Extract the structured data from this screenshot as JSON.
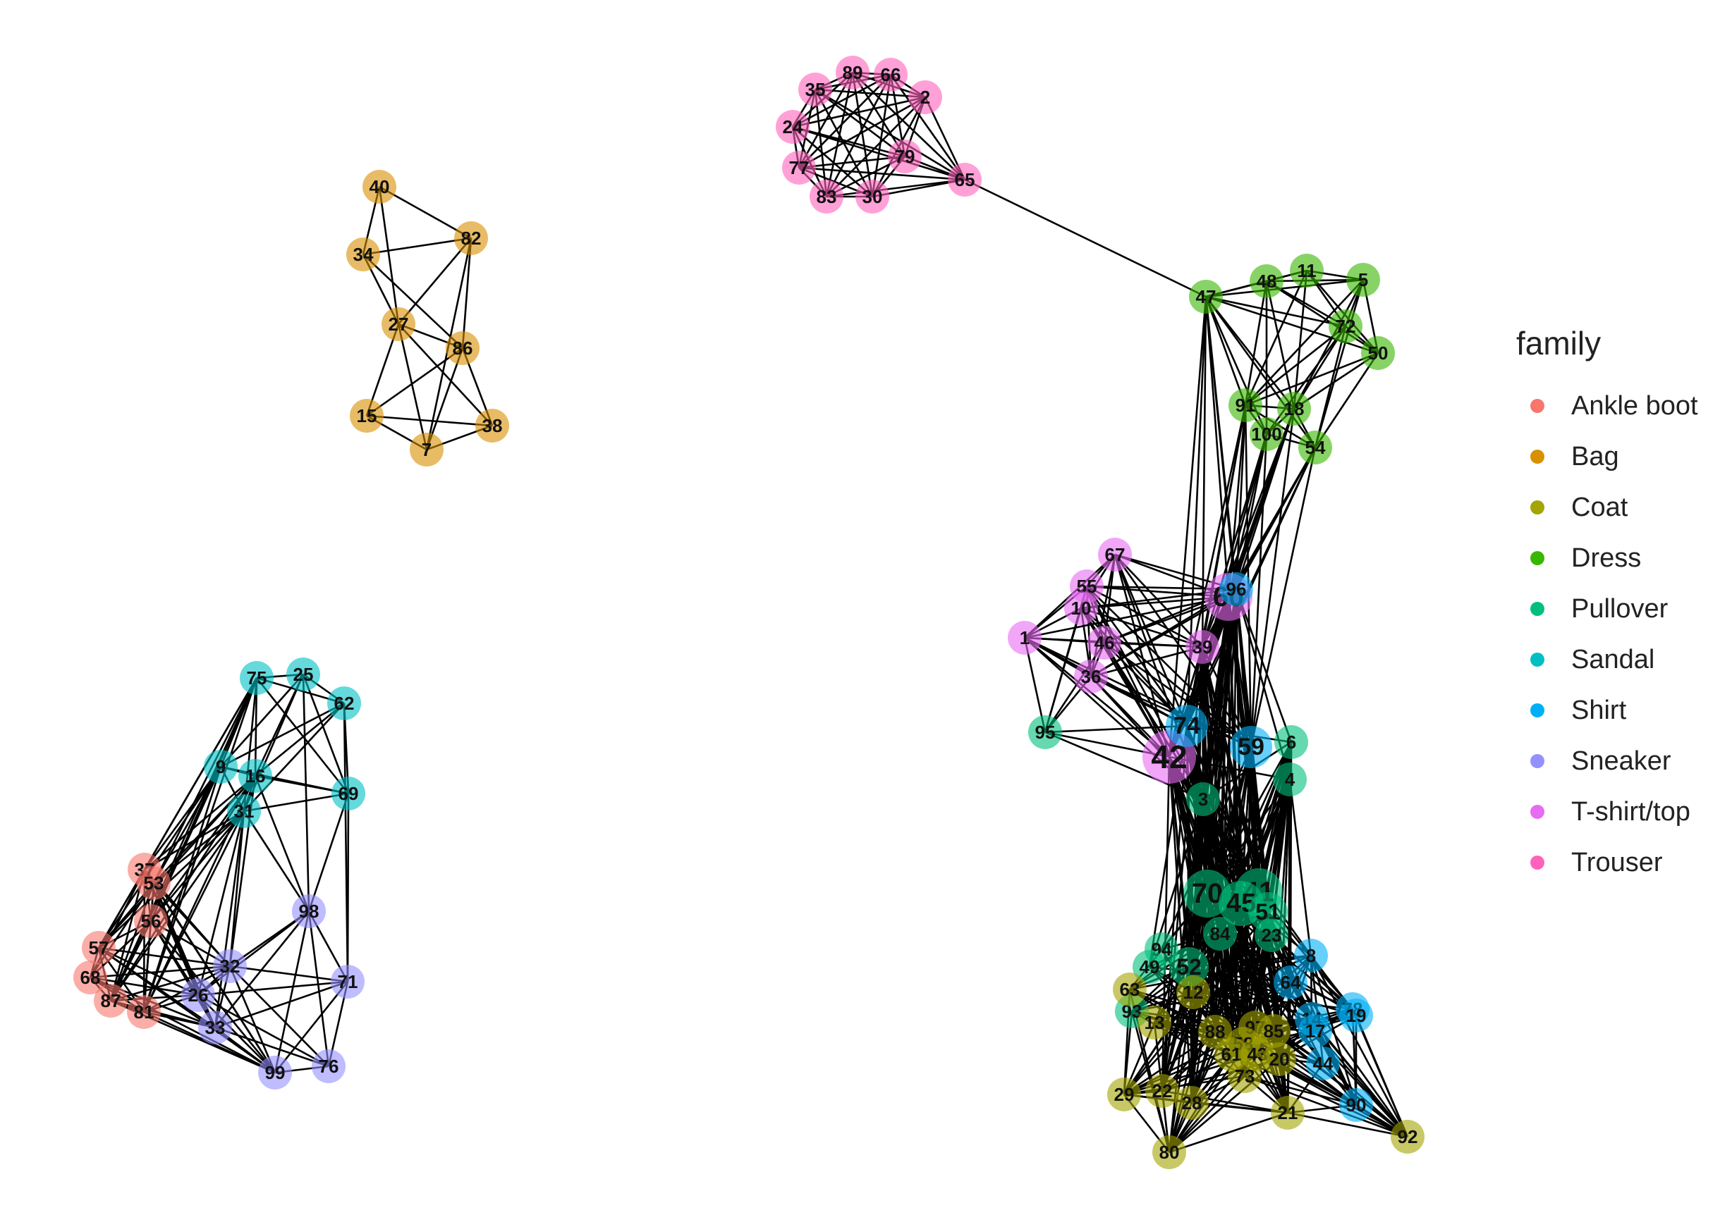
{
  "legend": {
    "title": "family",
    "items": [
      {
        "label": "Ankle boot",
        "color": "#F8766D"
      },
      {
        "label": "Bag",
        "color": "#D89000"
      },
      {
        "label": "Coat",
        "color": "#A3A500"
      },
      {
        "label": "Dress",
        "color": "#39B600"
      },
      {
        "label": "Pullover",
        "color": "#00BF7D"
      },
      {
        "label": "Sandal",
        "color": "#00BFC4"
      },
      {
        "label": "Shirt",
        "color": "#00B0F6"
      },
      {
        "label": "Sneaker",
        "color": "#9590FF"
      },
      {
        "label": "T-shirt/top",
        "color": "#E76BF3"
      },
      {
        "label": "Trouser",
        "color": "#FF62BC"
      }
    ]
  },
  "network": {
    "nodes": [
      {
        "id": "40",
        "family": "Bag"
      },
      {
        "id": "82",
        "family": "Bag"
      },
      {
        "id": "34",
        "family": "Bag"
      },
      {
        "id": "27",
        "family": "Bag"
      },
      {
        "id": "86",
        "family": "Bag"
      },
      {
        "id": "15",
        "family": "Bag"
      },
      {
        "id": "7",
        "family": "Bag"
      },
      {
        "id": "38",
        "family": "Bag"
      },
      {
        "id": "89",
        "family": "Trouser"
      },
      {
        "id": "66",
        "family": "Trouser"
      },
      {
        "id": "35",
        "family": "Trouser"
      },
      {
        "id": "2",
        "family": "Trouser"
      },
      {
        "id": "24",
        "family": "Trouser"
      },
      {
        "id": "79",
        "family": "Trouser"
      },
      {
        "id": "77",
        "family": "Trouser"
      },
      {
        "id": "83",
        "family": "Trouser"
      },
      {
        "id": "30",
        "family": "Trouser"
      },
      {
        "id": "65",
        "family": "Trouser"
      },
      {
        "id": "47",
        "family": "Dress"
      },
      {
        "id": "48",
        "family": "Dress"
      },
      {
        "id": "11",
        "family": "Dress"
      },
      {
        "id": "5",
        "family": "Dress"
      },
      {
        "id": "72",
        "family": "Dress"
      },
      {
        "id": "50",
        "family": "Dress"
      },
      {
        "id": "91",
        "family": "Dress"
      },
      {
        "id": "18",
        "family": "Dress"
      },
      {
        "id": "100",
        "family": "Dress"
      },
      {
        "id": "54",
        "family": "Dress"
      },
      {
        "id": "75",
        "family": "Sandal"
      },
      {
        "id": "25",
        "family": "Sandal"
      },
      {
        "id": "62",
        "family": "Sandal"
      },
      {
        "id": "9",
        "family": "Sandal"
      },
      {
        "id": "16",
        "family": "Sandal"
      },
      {
        "id": "69",
        "family": "Sandal"
      },
      {
        "id": "31",
        "family": "Sandal"
      },
      {
        "id": "37",
        "family": "Ankle boot"
      },
      {
        "id": "53",
        "family": "Ankle boot"
      },
      {
        "id": "56",
        "family": "Ankle boot"
      },
      {
        "id": "57",
        "family": "Ankle boot"
      },
      {
        "id": "68",
        "family": "Ankle boot"
      },
      {
        "id": "87",
        "family": "Ankle boot"
      },
      {
        "id": "81",
        "family": "Ankle boot"
      },
      {
        "id": "98",
        "family": "Sneaker"
      },
      {
        "id": "32",
        "family": "Sneaker"
      },
      {
        "id": "71",
        "family": "Sneaker"
      },
      {
        "id": "26",
        "family": "Sneaker"
      },
      {
        "id": "33",
        "family": "Sneaker"
      },
      {
        "id": "99",
        "family": "Sneaker"
      },
      {
        "id": "76",
        "family": "Sneaker"
      },
      {
        "id": "67",
        "family": "T-shirt/top"
      },
      {
        "id": "55",
        "family": "T-shirt/top"
      },
      {
        "id": "10",
        "family": "T-shirt/top"
      },
      {
        "id": "1",
        "family": "T-shirt/top"
      },
      {
        "id": "46",
        "family": "T-shirt/top"
      },
      {
        "id": "36",
        "family": "T-shirt/top"
      },
      {
        "id": "39",
        "family": "T-shirt/top"
      },
      {
        "id": "60",
        "family": "T-shirt/top"
      },
      {
        "id": "42",
        "family": "T-shirt/top"
      },
      {
        "id": "96",
        "family": "Shirt"
      },
      {
        "id": "74",
        "family": "Shirt"
      },
      {
        "id": "59",
        "family": "Shirt"
      },
      {
        "id": "8",
        "family": "Shirt"
      },
      {
        "id": "64",
        "family": "Shirt"
      },
      {
        "id": "14",
        "family": "Shirt"
      },
      {
        "id": "78",
        "family": "Shirt"
      },
      {
        "id": "17",
        "family": "Shirt"
      },
      {
        "id": "19",
        "family": "Shirt"
      },
      {
        "id": "44",
        "family": "Shirt"
      },
      {
        "id": "90",
        "family": "Shirt"
      },
      {
        "id": "95",
        "family": "Pullover"
      },
      {
        "id": "6",
        "family": "Pullover"
      },
      {
        "id": "4",
        "family": "Pullover"
      },
      {
        "id": "3",
        "family": "Pullover"
      },
      {
        "id": "70",
        "family": "Pullover"
      },
      {
        "id": "41",
        "family": "Pullover"
      },
      {
        "id": "45",
        "family": "Pullover"
      },
      {
        "id": "51",
        "family": "Pullover"
      },
      {
        "id": "84",
        "family": "Pullover"
      },
      {
        "id": "23",
        "family": "Pullover"
      },
      {
        "id": "94",
        "family": "Pullover"
      },
      {
        "id": "49",
        "family": "Pullover"
      },
      {
        "id": "52",
        "family": "Pullover"
      },
      {
        "id": "93",
        "family": "Pullover"
      },
      {
        "id": "63",
        "family": "Coat"
      },
      {
        "id": "12",
        "family": "Coat"
      },
      {
        "id": "13",
        "family": "Coat"
      },
      {
        "id": "88",
        "family": "Coat"
      },
      {
        "id": "97",
        "family": "Coat"
      },
      {
        "id": "85",
        "family": "Coat"
      },
      {
        "id": "58",
        "family": "Coat"
      },
      {
        "id": "61",
        "family": "Coat"
      },
      {
        "id": "43",
        "family": "Coat"
      },
      {
        "id": "20",
        "family": "Coat"
      },
      {
        "id": "73",
        "family": "Coat"
      },
      {
        "id": "29",
        "family": "Coat"
      },
      {
        "id": "22",
        "family": "Coat"
      },
      {
        "id": "28",
        "family": "Coat"
      },
      {
        "id": "21",
        "family": "Coat"
      },
      {
        "id": "80",
        "family": "Coat"
      },
      {
        "id": "92",
        "family": "Coat"
      }
    ]
  }
}
